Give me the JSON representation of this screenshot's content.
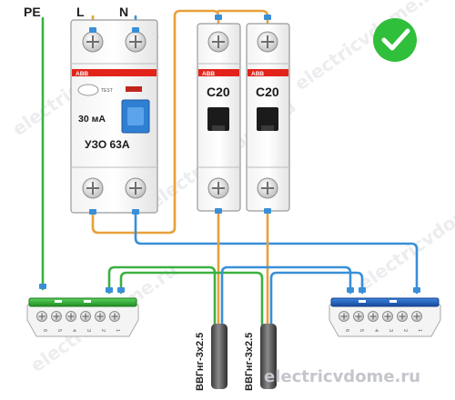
{
  "labels": {
    "pe": "PE",
    "l": "L",
    "n": "N"
  },
  "rcd": {
    "brand": "ABB",
    "test": "TEST",
    "current": "30 мА",
    "name": "УЗО 63А"
  },
  "breakers": [
    {
      "brand": "ABB",
      "rating": "C20"
    },
    {
      "brand": "ABB",
      "rating": "C20"
    }
  ],
  "pe_bus": {
    "terminal_numbers": [
      "6",
      "5",
      "4",
      "3",
      "2",
      "1"
    ]
  },
  "n_bus": {
    "terminal_numbers": [
      "6",
      "5",
      "4",
      "3",
      "2",
      "1"
    ]
  },
  "cables": [
    "ВВГнг-3х2.5",
    "ВВГнг-3х2.5"
  ],
  "watermark": "electricvdome.ru",
  "status_icon": "check-circle-icon",
  "colors": {
    "pe_wire": "#3cb043",
    "phase_wire": "#e8a13a",
    "neutral_wire": "#3a8fd8",
    "device_red": "#e2231a",
    "check_green": "#2fbf3a",
    "pe_bus": "#2ea82f",
    "n_bus": "#1f5fb8"
  }
}
